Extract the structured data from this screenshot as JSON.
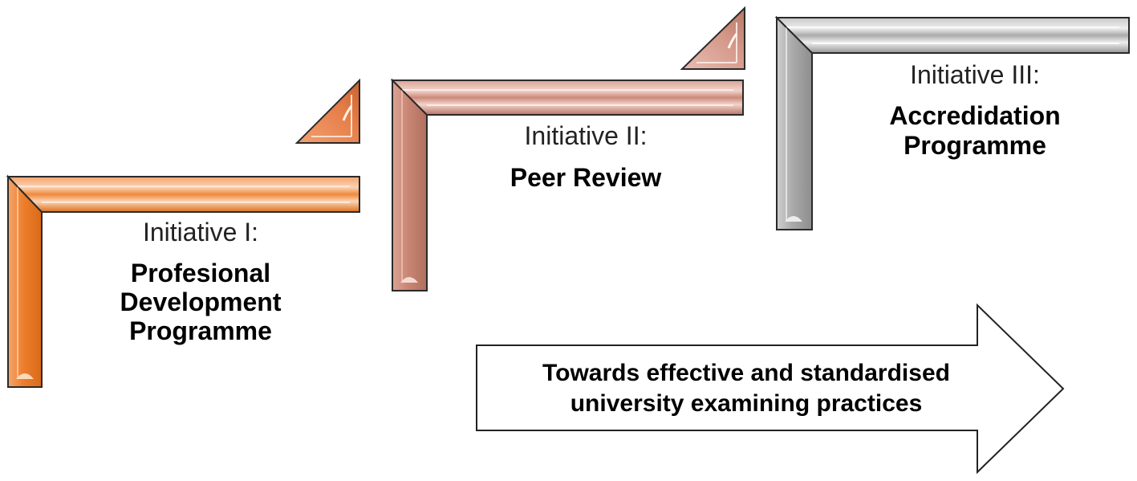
{
  "initiatives": [
    {
      "heading": "Initiative I:",
      "title_lines": [
        "Profesional",
        "Development",
        "Programme"
      ],
      "color": "#E8802F"
    },
    {
      "heading": "Initiative II:",
      "title_lines": [
        "Peer Review"
      ],
      "color": "#C98675"
    },
    {
      "heading": "Initiative III:",
      "title_lines": [
        "Accredidation",
        "Programme"
      ],
      "color": "#A8A8A8"
    }
  ],
  "goal_arrow": {
    "lines": [
      "Towards effective and standardised",
      "university examining practices"
    ]
  }
}
